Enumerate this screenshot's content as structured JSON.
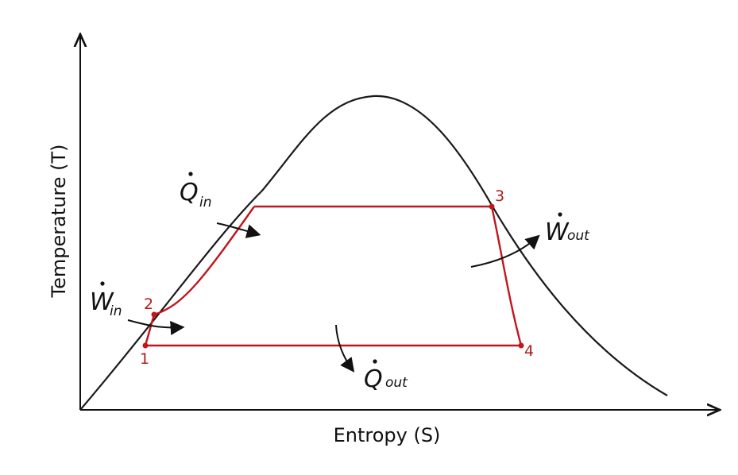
{
  "colors": {
    "axis": "#111111",
    "dome": "#1a1a1a",
    "cycle": "#c0161c",
    "point_label": "#b01c1c",
    "arrow": "#111111"
  },
  "axes": {
    "x_label": "Entropy (S)",
    "y_label": "Temperature (T)"
  },
  "points": [
    {
      "id": "1",
      "label": "1"
    },
    {
      "id": "2",
      "label": "2"
    },
    {
      "id": "3",
      "label": "3"
    },
    {
      "id": "4",
      "label": "4"
    }
  ],
  "energy": {
    "q_in": {
      "symbol": "Q",
      "sub": "in"
    },
    "q_out": {
      "symbol": "Q",
      "sub": "out"
    },
    "w_in": {
      "symbol": "W",
      "sub": "in"
    },
    "w_out": {
      "symbol": "W",
      "sub": "out"
    }
  }
}
